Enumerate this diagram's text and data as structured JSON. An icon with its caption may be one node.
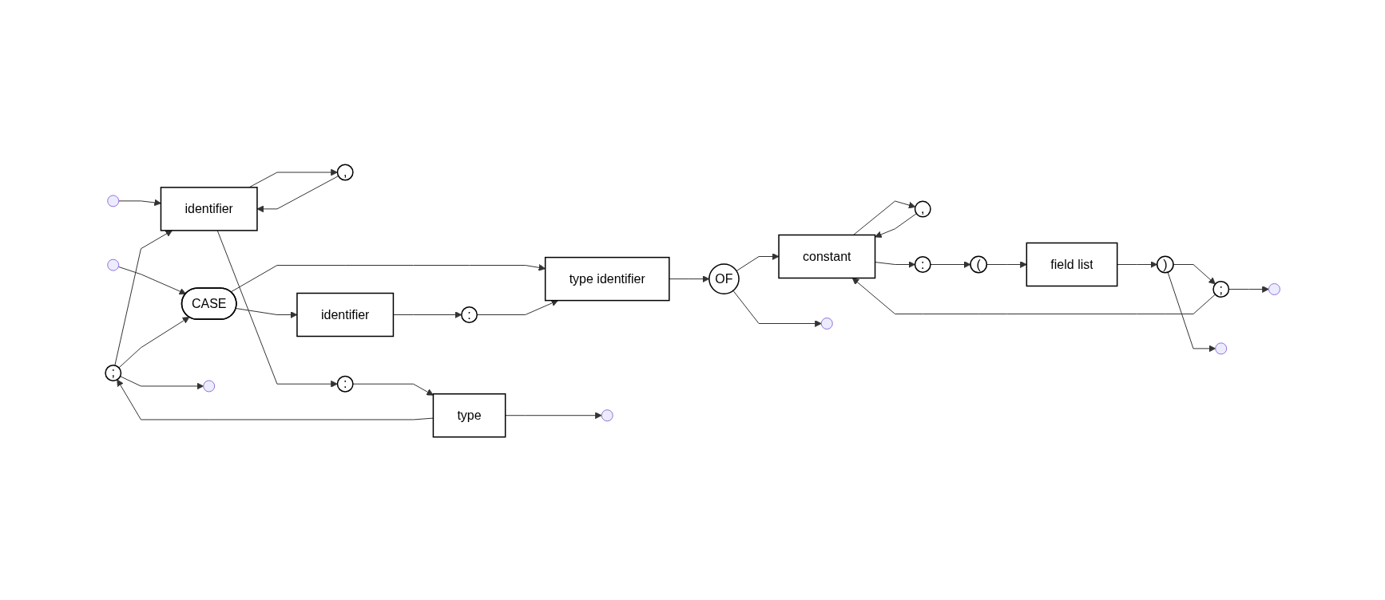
{
  "diagram": {
    "nodes": [
      {
        "text": [
          ";"
        ]
      },
      {
        "text": [
          ","
        ]
      },
      {
        "text": [
          "identifier"
        ]
      },
      {
        "text": [
          ":"
        ]
      },
      {
        "text": [
          "type"
        ]
      },
      {
        "text": [
          "CASE"
        ]
      },
      {
        "text": [
          "identifier"
        ]
      },
      {
        "text": [
          ":"
        ]
      },
      {
        "text": [
          "type identifier"
        ]
      },
      {
        "text": [
          "OF"
        ]
      },
      {
        "text": [
          ";"
        ]
      },
      {
        "text": [
          ","
        ]
      },
      {
        "text": [
          "constant"
        ]
      },
      {
        "text": [
          ":"
        ]
      },
      {
        "text": [
          "("
        ]
      },
      {
        "text": [
          "field list"
        ]
      },
      {
        "text": [
          ")"
        ]
      }
    ],
    "edges": [
      {
        "from": null,
        "to": 2,
        "arrow": "to"
      },
      {
        "from": null,
        "to": 5,
        "arrow": "to"
      },
      {
        "from": 2,
        "to": 3,
        "arrow": "to"
      },
      {
        "from": 2,
        "to": 1,
        "arrow": "to"
      },
      {
        "from": 1,
        "to": 2,
        "arrow": "to"
      },
      {
        "from": 3,
        "to": 4,
        "arrow": "to"
      },
      {
        "from": 4,
        "to": null,
        "arrow": "to"
      },
      {
        "from": 4,
        "to": 0,
        "arrow": "to"
      },
      {
        "from": 0,
        "to": 2,
        "arrow": "to"
      },
      {
        "from": 0,
        "to": 5,
        "arrow": "to"
      },
      {
        "from": 0,
        "to": null,
        "arrow": "to"
      },
      {
        "from": 5,
        "to": 6,
        "arrow": "to"
      },
      {
        "from": 5,
        "to": 8,
        "arrow": "to"
      },
      {
        "from": 6,
        "to": 7,
        "arrow": "to"
      },
      {
        "from": 7,
        "to": 8,
        "arrow": "to"
      },
      {
        "from": 8,
        "to": 9,
        "arrow": "to"
      },
      {
        "from": 9,
        "to": 12,
        "arrow": "to"
      },
      {
        "from": 9,
        "to": null,
        "arrow": "to"
      },
      {
        "from": 12,
        "to": 11,
        "arrow": "to"
      },
      {
        "from": 11,
        "to": 12,
        "arrow": "to"
      },
      {
        "from": 12,
        "to": 13,
        "arrow": "to"
      },
      {
        "from": 13,
        "to": 14,
        "arrow": "to"
      },
      {
        "from": 14,
        "to": 15,
        "arrow": "to"
      },
      {
        "from": 15,
        "to": 16,
        "arrow": "to"
      },
      {
        "from": 16,
        "to": null,
        "arrow": "to"
      },
      {
        "from": 16,
        "to": 10,
        "arrow": "to"
      },
      {
        "from": 10,
        "to": 12,
        "arrow": "to"
      },
      {
        "from": 10,
        "to": null,
        "arrow": "to"
      }
    ]
  }
}
